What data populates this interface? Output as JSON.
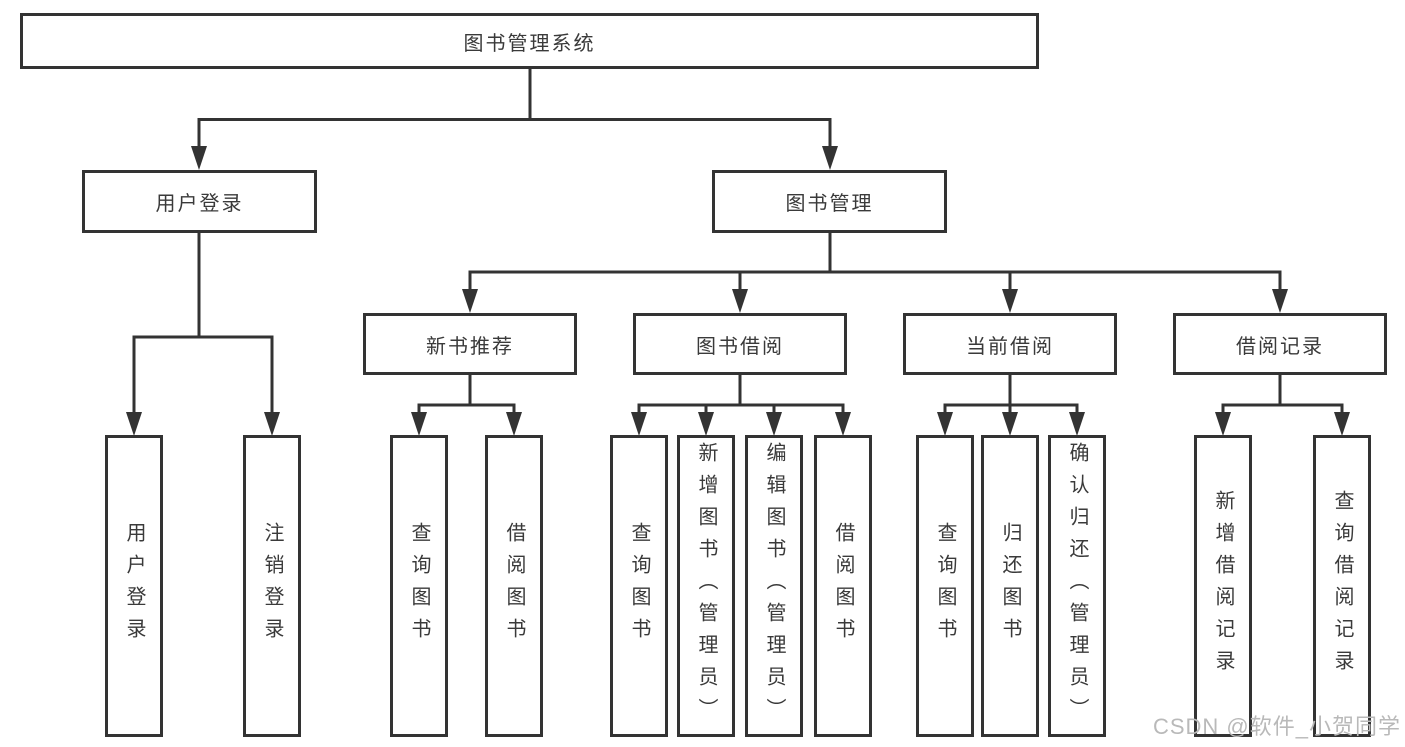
{
  "tree": {
    "root": {
      "label": "图书管理系统",
      "children": [
        {
          "label": "用户登录",
          "children": [
            {
              "label": "用户登录"
            },
            {
              "label": "注销登录"
            }
          ]
        },
        {
          "label": "图书管理",
          "children": [
            {
              "label": "新书推荐",
              "children": [
                {
                  "label": "查询图书"
                },
                {
                  "label": "借阅图书"
                }
              ]
            },
            {
              "label": "图书借阅",
              "children": [
                {
                  "label": "查询图书"
                },
                {
                  "label": "新增图书（管理员）"
                },
                {
                  "label": "编辑图书（管理员）"
                },
                {
                  "label": "借阅图书"
                }
              ]
            },
            {
              "label": "当前借阅",
              "children": [
                {
                  "label": "查询图书"
                },
                {
                  "label": "归还图书"
                },
                {
                  "label": "确认归还（管理员）"
                }
              ]
            },
            {
              "label": "借阅记录",
              "children": [
                {
                  "label": "新增借阅记录"
                },
                {
                  "label": "查询借阅记录"
                }
              ]
            }
          ]
        }
      ]
    }
  },
  "watermark": {
    "text": "CSDN @软件_小贺同学"
  },
  "colors": {
    "line": "#333333",
    "text": "#3a3a3a",
    "watermark": "#b9b9b9",
    "background": "#ffffff",
    "box_bg": "#ffffff"
  }
}
